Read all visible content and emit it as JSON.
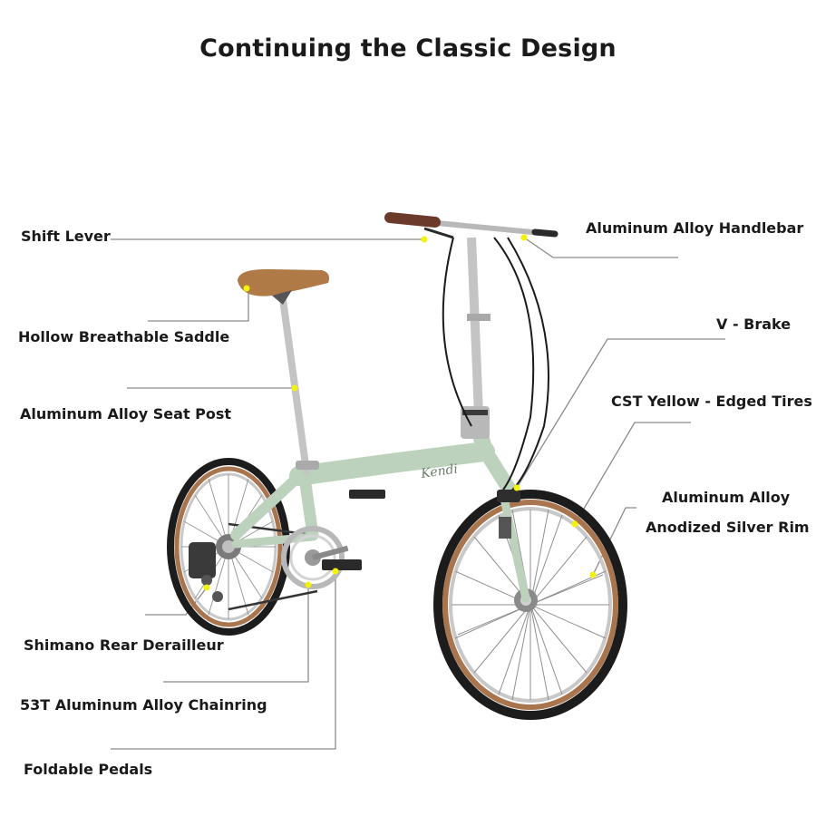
{
  "title": "Continuing the Classic Design",
  "brand": "Kendi",
  "colors": {
    "frame": "#bcd2bd",
    "tire": "#1c1c1c",
    "sidewall": "#a8754e",
    "rim": "#c8c8c8",
    "saddle": "#b07a47",
    "grip": "#6b3a2a",
    "marker": "#f2f20a",
    "leader": "#8a8a8a"
  },
  "labels": {
    "shift_lever": "Shift Lever",
    "saddle": "Hollow Breathable Saddle",
    "seat_post": "Aluminum Alloy Seat Post",
    "derailleur": "Shimano Rear Derailleur",
    "chainring": "53T Aluminum Alloy Chainring",
    "pedals": "Foldable Pedals",
    "handlebar": "Aluminum Alloy Handlebar",
    "brake": "V - Brake",
    "tires": "CST Yellow - Edged Tires",
    "rim_line1": "Aluminum Alloy",
    "rim_line2": "Anodized Silver Rim"
  }
}
